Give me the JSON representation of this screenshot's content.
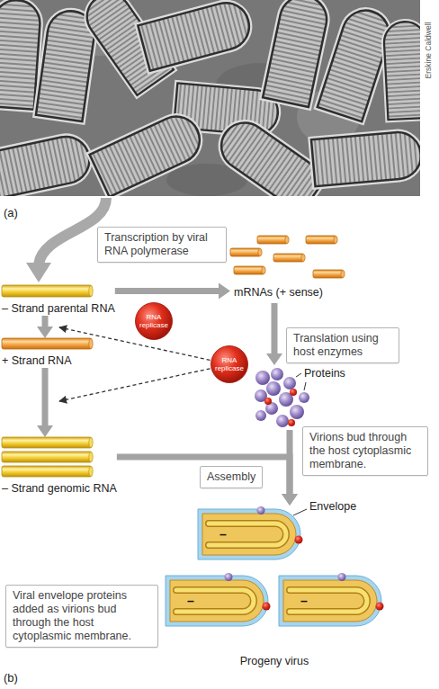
{
  "diagram": {
    "nodes": [
      {
        "text": [
          "Transcription by viral RNA polymerase"
        ]
      },
      {
        "text": [
          "– Strand parental RNA"
        ]
      },
      {
        "text": [
          "RNA replicase"
        ]
      },
      {
        "text": [
          "mRNAs (+ sense)"
        ]
      },
      {
        "text": [
          "Translation using host enzymes"
        ]
      },
      {
        "text": [
          "+ Strand RNA"
        ]
      },
      {
        "text": [
          "RNA replicase"
        ]
      },
      {
        "text": [
          "Proteins"
        ]
      },
      {
        "text": [
          "– Strand genomic RNA"
        ]
      },
      {
        "text": [
          "Assembly"
        ]
      },
      {
        "text": [
          "Virions bud through the host cytoplasmic membrane."
        ]
      },
      {
        "text": [
          "Progeny virus"
        ]
      },
      {
        "text": [
          "Viral envelope proteins added as virions bud through the host cytoplasmic membrane."
        ]
      }
    ],
    "edges": [
      {
        "from": 1,
        "to": 3,
        "arrow": "to"
      },
      {
        "from": 3,
        "to": 7,
        "arrow": "to"
      },
      {
        "from": 1,
        "to": 5,
        "arrow": "to"
      },
      {
        "from": 5,
        "to": 8,
        "arrow": "to"
      },
      {
        "from": 8,
        "to": 11,
        "arrow": "to"
      },
      {
        "from": 7,
        "to": 11,
        "arrow": "to"
      }
    ],
    "labels": [
      "Erskine Caldwell",
      "(a)",
      "(b)",
      "Envelope",
      "–",
      "–",
      "–"
    ]
  }
}
